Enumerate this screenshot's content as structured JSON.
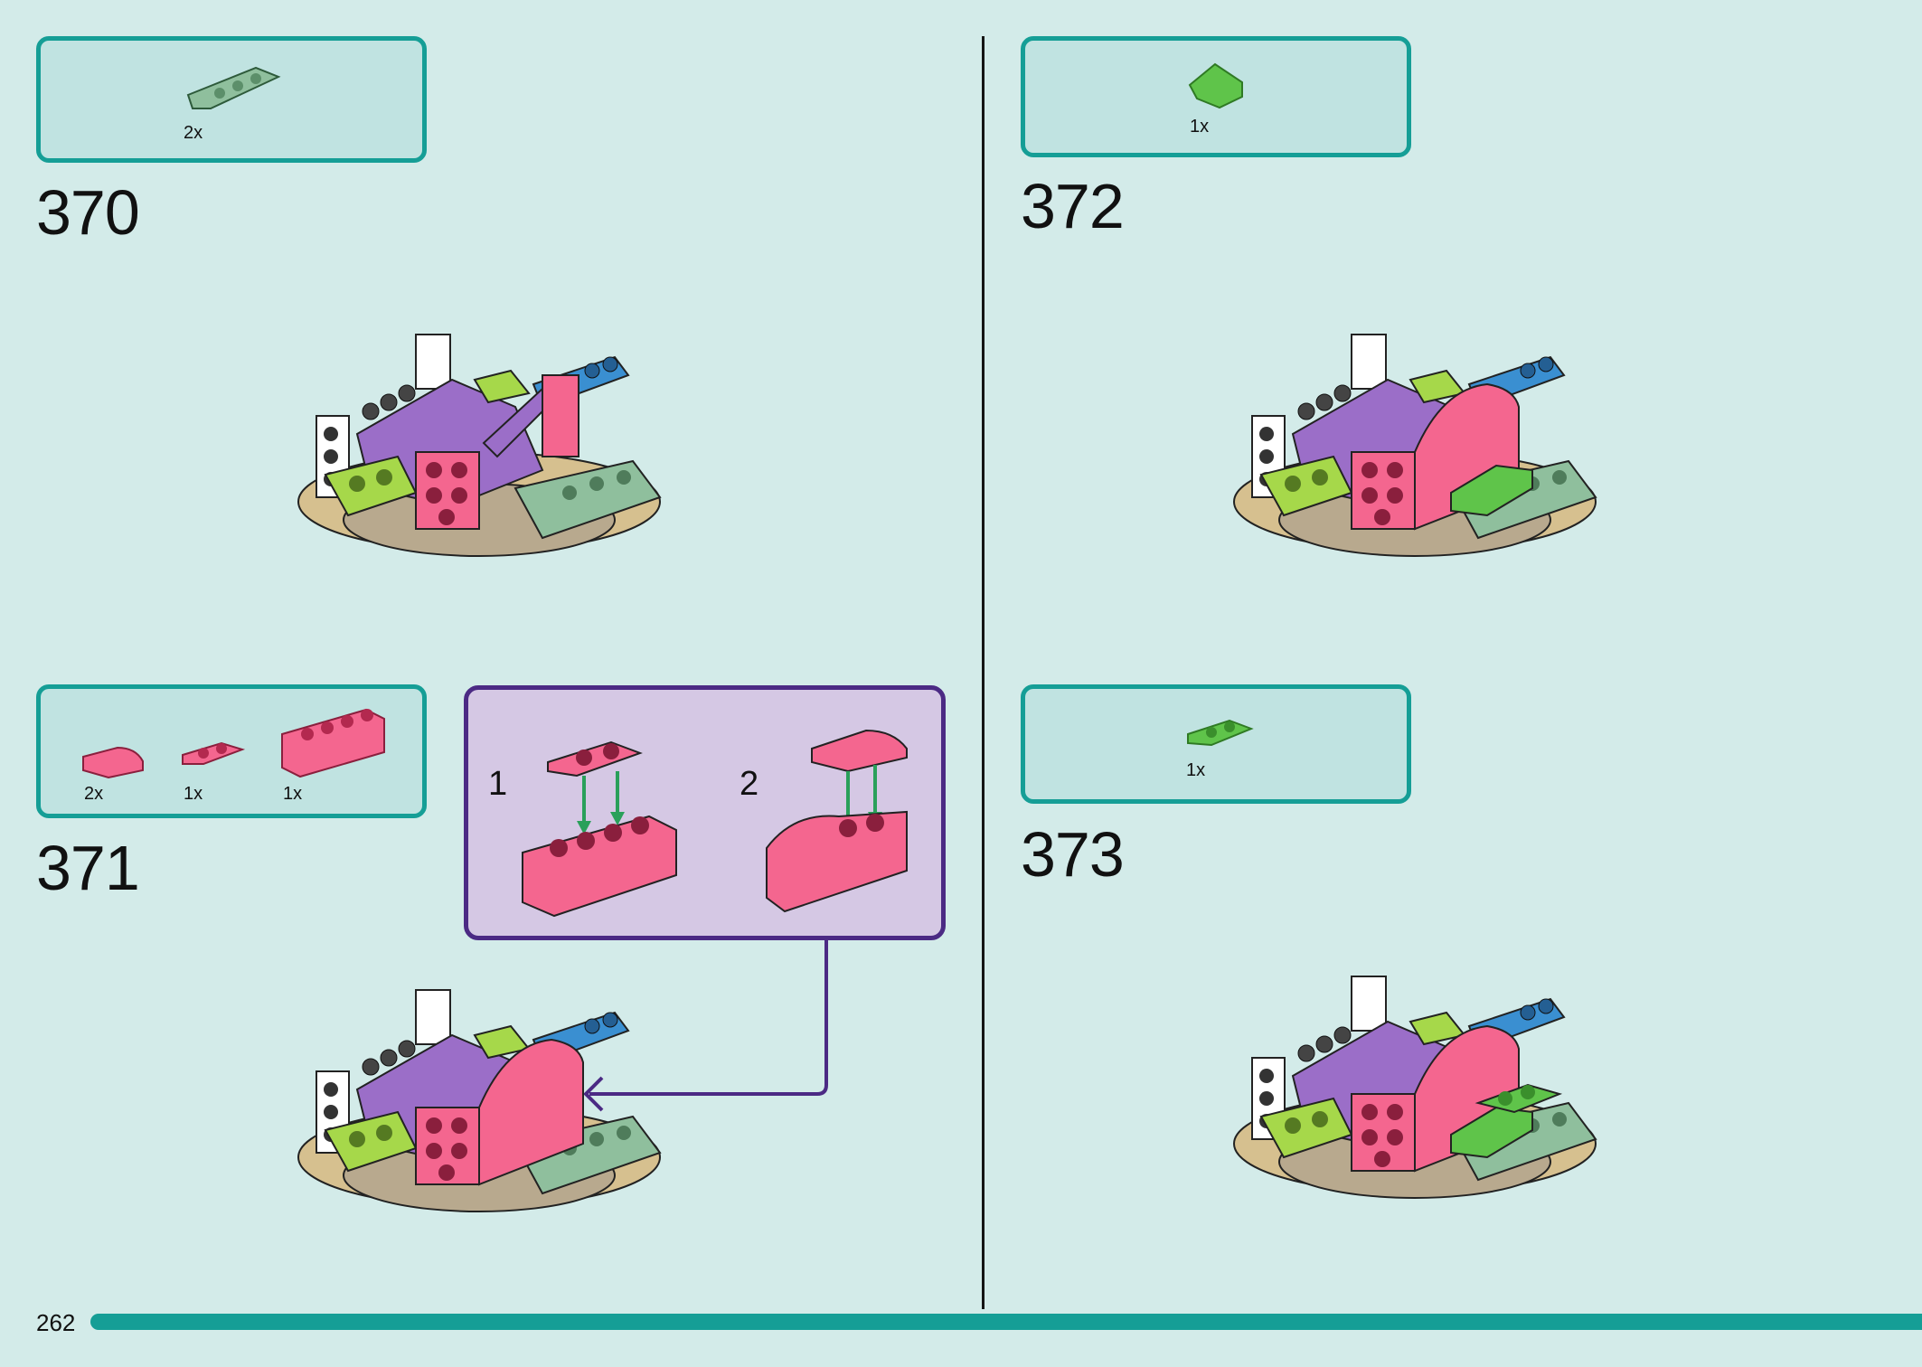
{
  "page": {
    "number": "262"
  },
  "steps": [
    {
      "number": "370",
      "parts": [
        {
          "qty": "2x",
          "name": "sand-green-inverted-slope-icon"
        }
      ]
    },
    {
      "number": "371",
      "parts": [
        {
          "qty": "2x",
          "name": "pink-curved-slope-icon"
        },
        {
          "qty": "1x",
          "name": "pink-plate-1x2-icon"
        },
        {
          "qty": "1x",
          "name": "pink-brick-1x4-icon"
        }
      ],
      "callout": {
        "substeps": [
          "1",
          "2"
        ]
      }
    },
    {
      "number": "372",
      "parts": [
        {
          "qty": "1x",
          "name": "bright-green-wedge-icon"
        }
      ]
    },
    {
      "number": "373",
      "parts": [
        {
          "qty": "1x",
          "name": "bright-green-plate-1x2-icon"
        }
      ]
    }
  ],
  "colors": {
    "background": "#d3ebe9",
    "box_border": "#159e96",
    "box_fill": "#c0e3e1",
    "callout_border": "#4b2a84",
    "callout_fill": "#d5c8e4",
    "pink": "#f4668f",
    "lime": "#a6d84a",
    "purple": "#9b6ec8",
    "sand_green": "#8fbf9d",
    "bright_green": "#5fc44a",
    "tan": "#d6c08f",
    "blue": "#3a8fd1"
  }
}
